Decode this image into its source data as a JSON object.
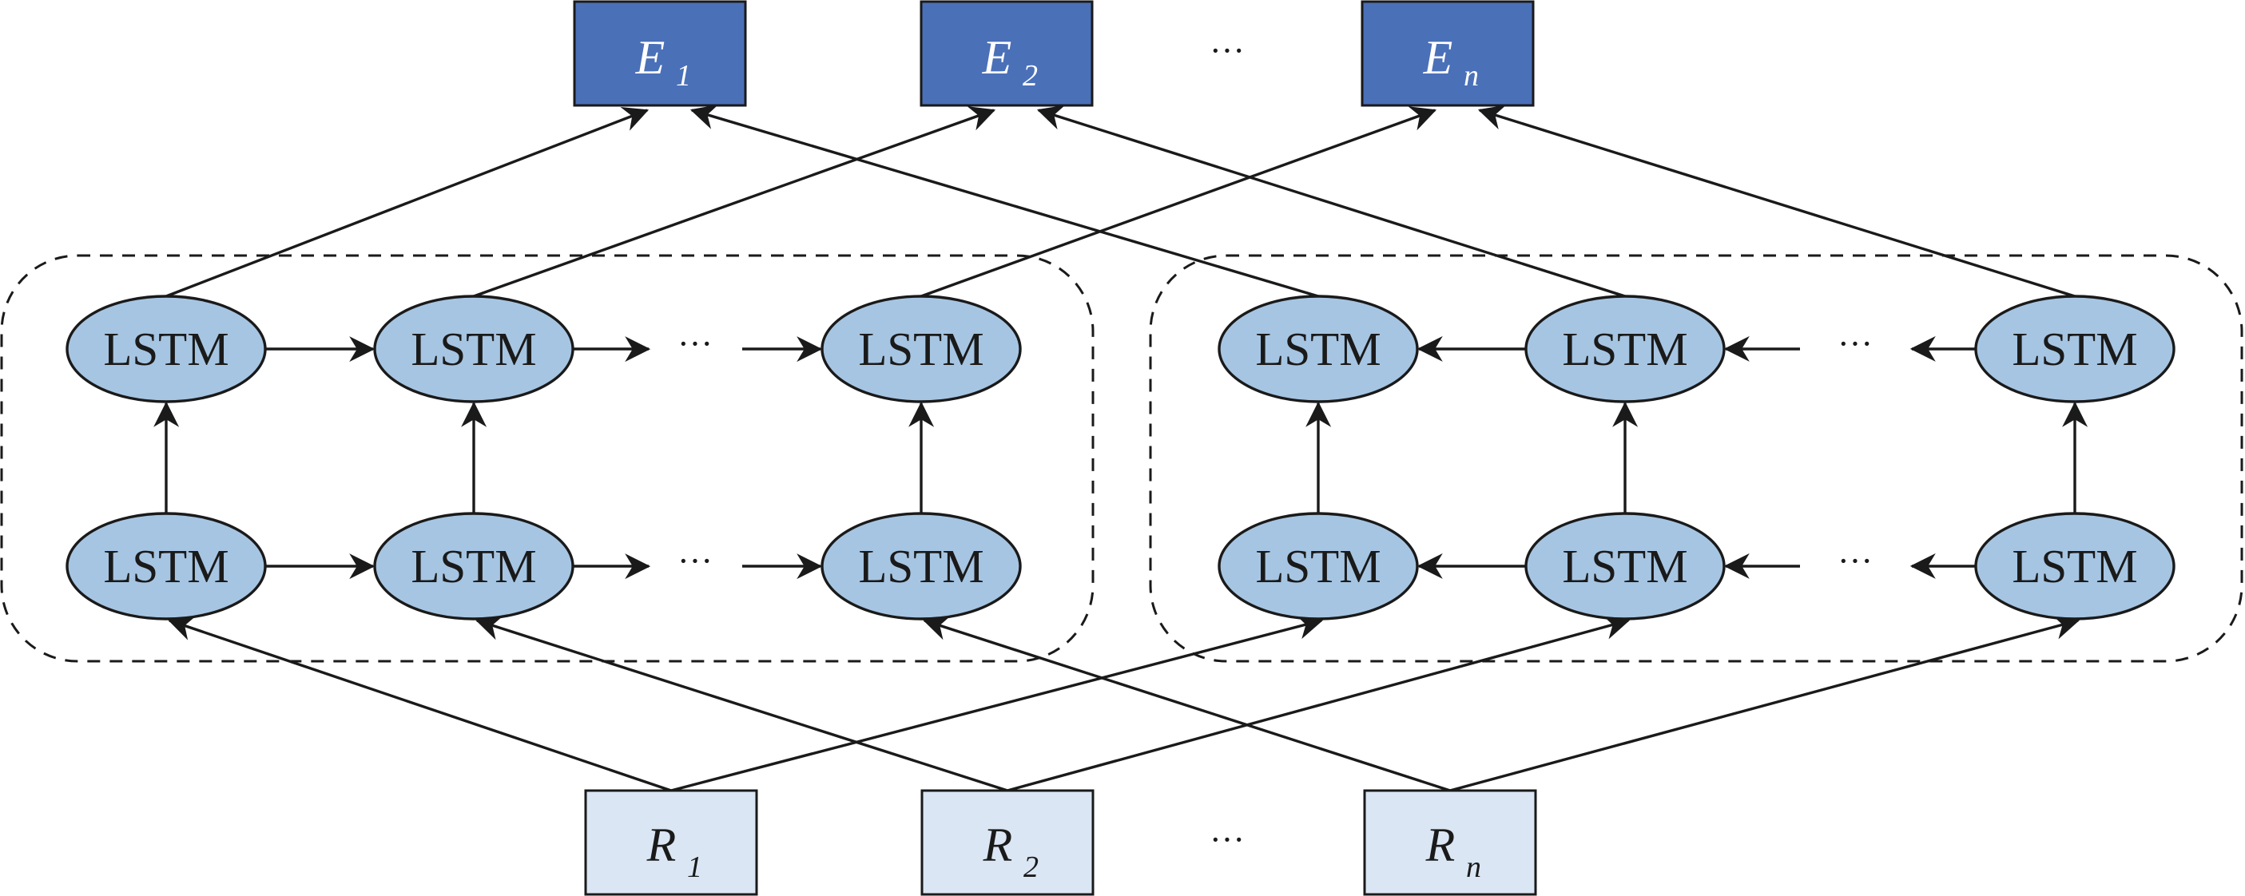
{
  "colors": {
    "output_box": "#4a70b8",
    "input_box": "#dae6f3",
    "lstm_node": "#a6c5e2",
    "line": "#1a1a1a"
  },
  "outputs": [
    {
      "letter": "E",
      "sub": "1"
    },
    {
      "letter": "E",
      "sub": "2"
    },
    {
      "letter": "E",
      "sub": "n"
    }
  ],
  "inputs": [
    {
      "letter": "R",
      "sub": "1"
    },
    {
      "letter": "R",
      "sub": "2"
    },
    {
      "letter": "R",
      "sub": "n"
    }
  ],
  "node_label": "LSTM",
  "ellipsis": "···"
}
